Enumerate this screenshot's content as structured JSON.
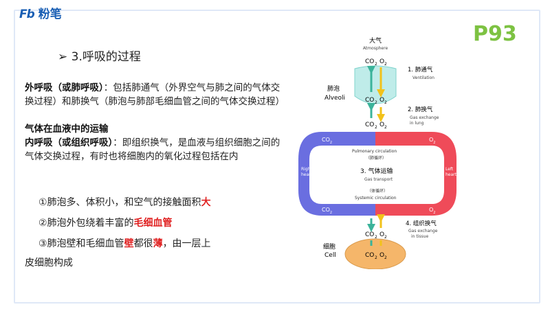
{
  "brand": {
    "logo_mark": "Fb",
    "logo_name": "粉笔"
  },
  "page_tag": "P93",
  "section_title": "➢ 3.呼吸的过程",
  "external": {
    "heading": "外呼吸（或肺呼吸）",
    "text": "：包括肺通气（外界空气与肺之间的气体交换过程）和肺换气（肺泡与肺部毛细血管之间的气体交换过程）"
  },
  "blood_transport": {
    "heading": "气体在血液中的运输"
  },
  "internal": {
    "heading": "内呼吸（或组织呼吸）",
    "text": "：即组织换气，是血液与组织细胞之间的气体交换过程，有时也将细胞内的氧化过程包括在内"
  },
  "points": [
    {
      "pre": "①肺泡多、体积小，和空气的接触面积",
      "emph": "大",
      "post": ""
    },
    {
      "pre": "②肺泡外包绕着丰富的",
      "emph": "毛细血管",
      "post": ""
    },
    {
      "pre": "③肺泡壁和毛细血管",
      "emph": "壁",
      "mid": "都很",
      "emph2": "薄",
      "post": "，由一层上",
      "cont": "皮细胞构成"
    }
  ],
  "diagram": {
    "atmosphere_cn": "大气",
    "atmosphere_en": "Atmosphere",
    "alveoli_cn": "肺泡",
    "alveoli_en": "Alveoli",
    "cell_cn": "细胞",
    "cell_en": "Cell",
    "co2": "CO",
    "o2": "O",
    "sub2": "2",
    "step1_cn": "1. 肺通气",
    "step1_en": "Ventilation",
    "step2_cn": "2. 肺换气",
    "step2_en1": "Gas exchange",
    "step2_en2": "in lung",
    "pulmonary_en": "Pulmonary circulation",
    "pulmonary_cn": "（肺循环）",
    "step3_cn": "3. 气体运输",
    "step3_en": "Gas transport",
    "systemic_cn": "（体循环）",
    "systemic_en": "Systemic circulation",
    "right_heart1": "Right",
    "right_heart2": "heart",
    "left_heart1": "Left",
    "left_heart2": "heart",
    "step4_cn": "4. 组织换气",
    "step4_en1": "Gas exchange",
    "step4_en2": "in tissue",
    "colors": {
      "blue_loop": "#6a6ee0",
      "red_loop": "#ef4b59",
      "alveoli": "#bfece9",
      "cell": "#f5b66a"
    }
  }
}
